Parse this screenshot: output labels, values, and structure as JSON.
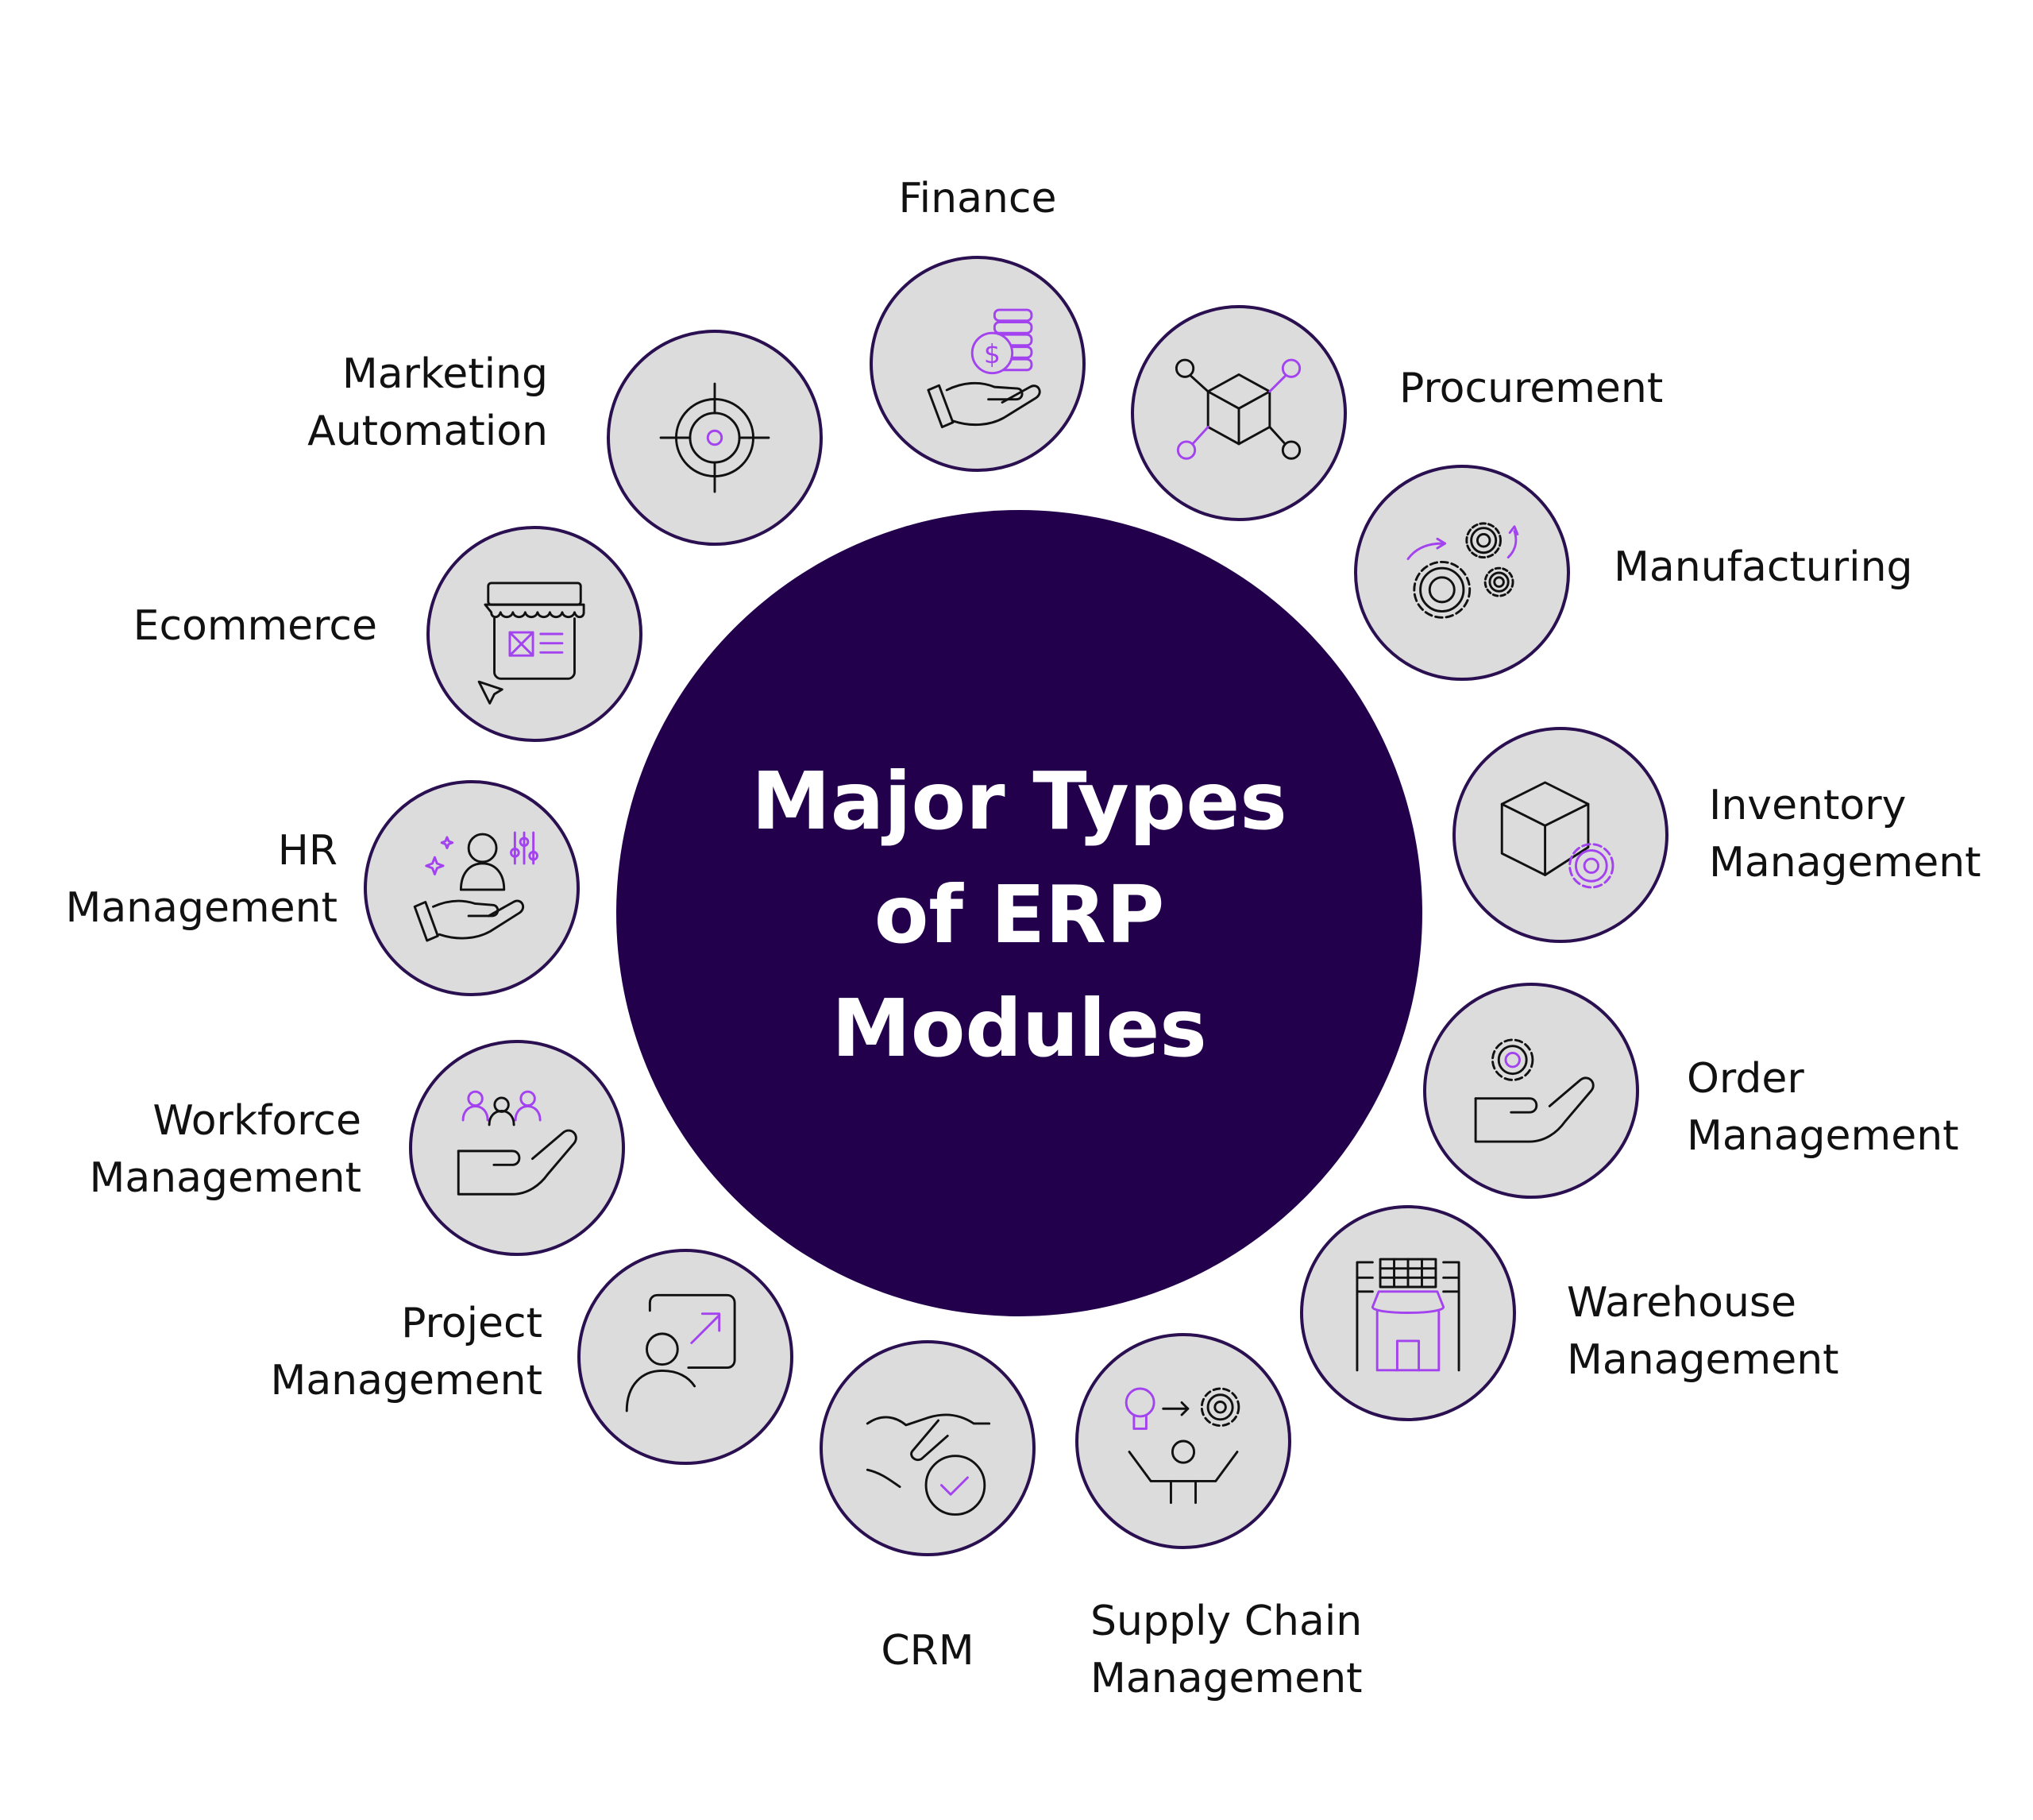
{
  "title": [
    "Major Types",
    "of ERP",
    "Modules"
  ],
  "colors": {
    "center": "#23004c",
    "node_fill": "#dcdcdc",
    "node_border": "#2a1050",
    "accent": "#a343f0",
    "icon": "#111111",
    "text": "#111111"
  },
  "modules": [
    {
      "label": [
        "Finance"
      ],
      "icon": "hand-coin-icon"
    },
    {
      "label": [
        "Procurement"
      ],
      "icon": "cube-network-icon"
    },
    {
      "label": [
        "Manufacturing"
      ],
      "icon": "gears-icon"
    },
    {
      "label": [
        "Inventory",
        "Management"
      ],
      "icon": "box-gear-icon"
    },
    {
      "label": [
        "Order",
        "Management"
      ],
      "icon": "hand-gear-icon"
    },
    {
      "label": [
        "Warehouse",
        "Management"
      ],
      "icon": "warehouse-icon"
    },
    {
      "label": [
        "Supply Chain",
        "Management"
      ],
      "icon": "supply-chain-icon"
    },
    {
      "label": [
        "CRM"
      ],
      "icon": "handshake-icon"
    },
    {
      "label": [
        "Project",
        "Management"
      ],
      "icon": "presentation-icon"
    },
    {
      "label": [
        "Workforce",
        "Management"
      ],
      "icon": "hand-team-icon"
    },
    {
      "label": [
        "HR",
        "Management"
      ],
      "icon": "hand-person-icon"
    },
    {
      "label": [
        "Ecommerce"
      ],
      "icon": "storefront-icon"
    },
    {
      "label": [
        "Marketing",
        "Automation"
      ],
      "icon": "target-icon"
    }
  ]
}
